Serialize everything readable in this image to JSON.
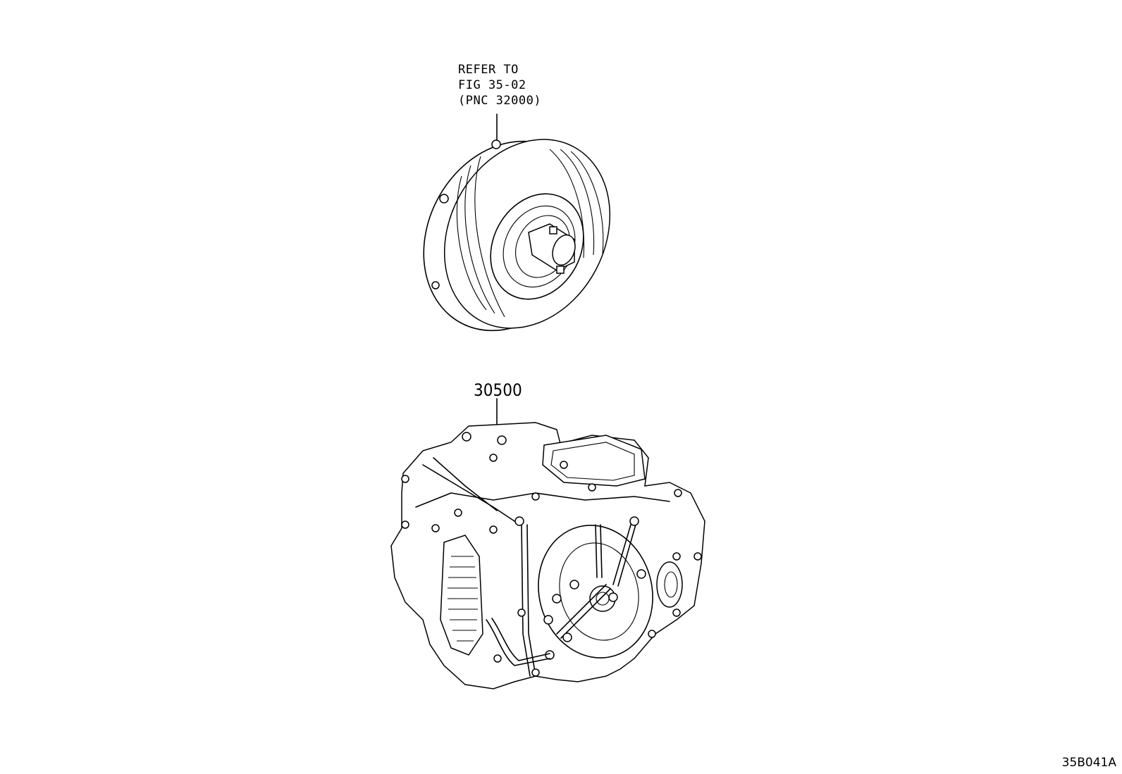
{
  "callouts": {
    "refer_line1": "REFER TO",
    "refer_line2": "FIG 35-02",
    "refer_line3": "(PNC 32000)",
    "part_number": "30500"
  },
  "figure_id": "35B041A",
  "icons": [
    "torque-converter-illustration",
    "transmission-assembly-illustration"
  ],
  "colors": {
    "line": "#000000",
    "background": "#ffffff"
  }
}
